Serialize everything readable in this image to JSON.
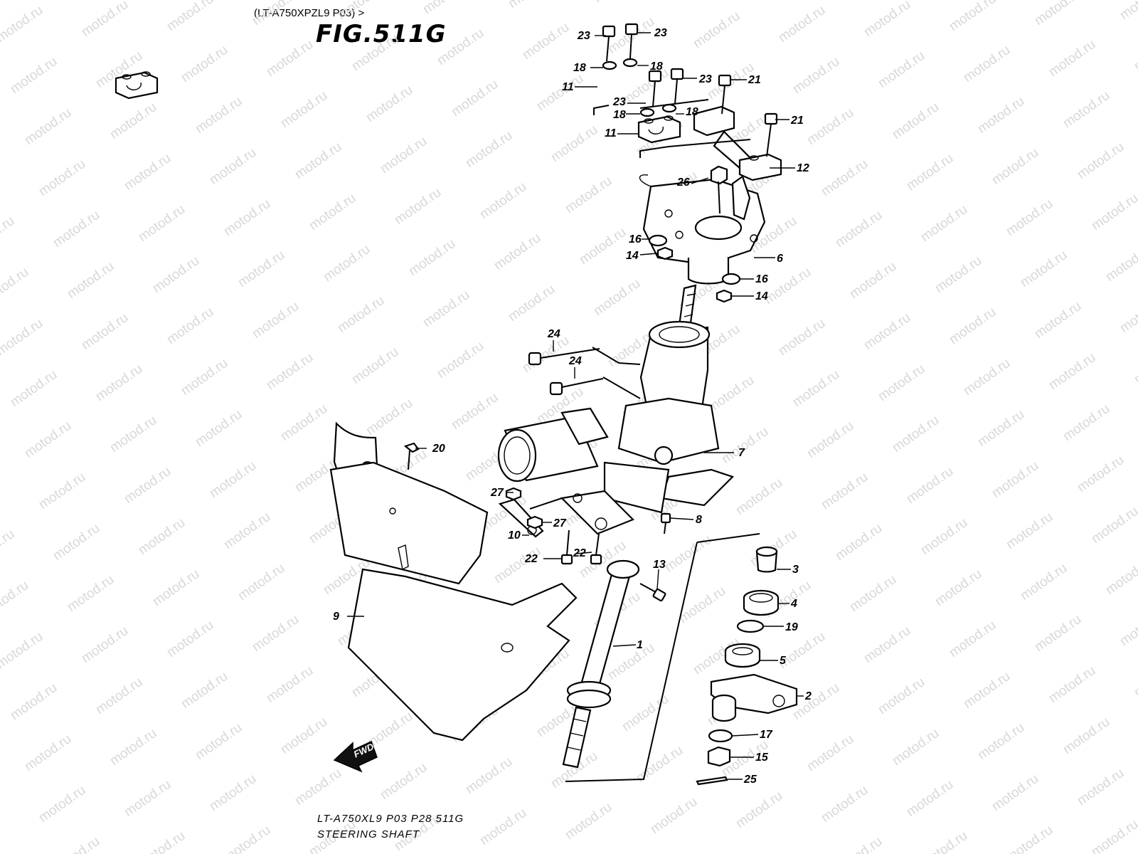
{
  "header": {
    "model_line": "(LT-A750XPZL9 P03) >",
    "figure_title": "FIG.511G"
  },
  "footer": {
    "code_line": "LT-A750XL9  P03  P28  511G",
    "section_name": "STEERING SHAFT"
  },
  "watermark": {
    "text": "motod.ru"
  },
  "fwd_arrow": {
    "label": "FWD"
  },
  "callouts": {
    "c1": "1",
    "c2": "2",
    "c3": "3",
    "c4": "4",
    "c5": "5",
    "c6": "6",
    "c7": "7",
    "c8": "8",
    "c9": "9",
    "c10": "10",
    "c11a": "11",
    "c11b": "11",
    "c12": "12",
    "c13": "13",
    "c14a": "14",
    "c14b": "14",
    "c15": "15",
    "c16a": "16",
    "c16b": "16",
    "c17": "17",
    "c18a": "18",
    "c18b": "18",
    "c18c": "18",
    "c18d": "18",
    "c19": "19",
    "c20": "20",
    "c21a": "21",
    "c21b": "21",
    "c22a": "22",
    "c22b": "22",
    "c23a": "23",
    "c23b": "23",
    "c23c": "23",
    "c23d": "23",
    "c24a": "24",
    "c24b": "24",
    "c25": "25",
    "c26": "26",
    "c27a": "27",
    "c27b": "27"
  }
}
